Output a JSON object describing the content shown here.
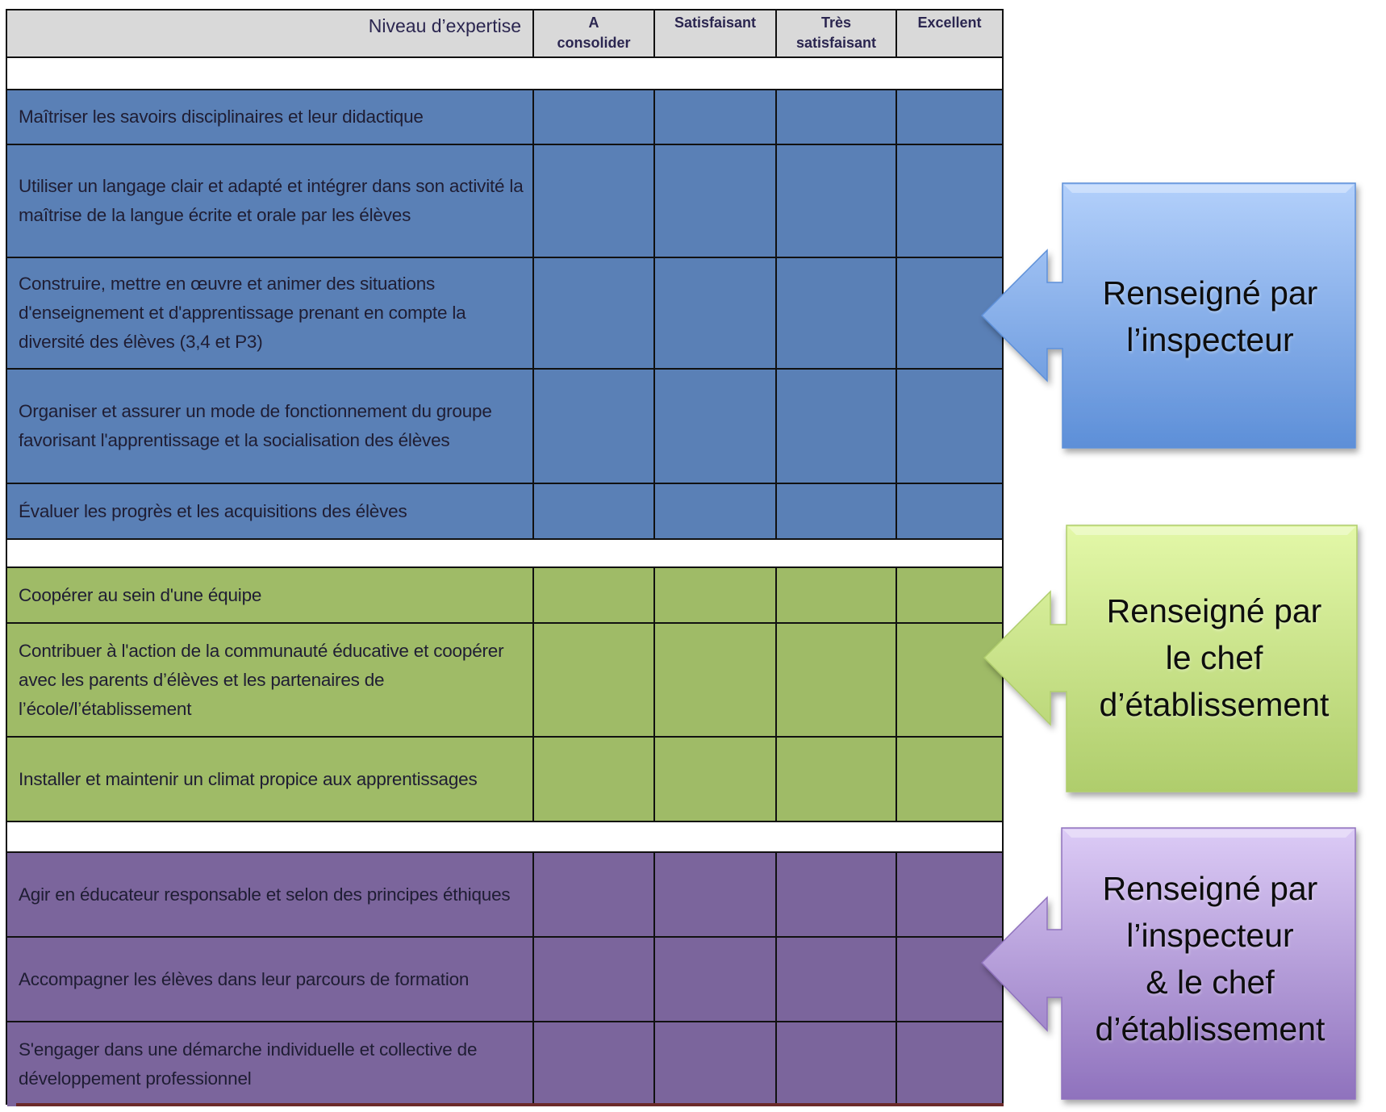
{
  "table": {
    "header": {
      "row_label": "Niveau d’expertise",
      "columns": [
        "A\nconsolider",
        "Satisfaisant",
        "Très\nsatisfaisant",
        "Excellent"
      ]
    },
    "groups": [
      {
        "name": "inspecteur",
        "color": "#5a80b6",
        "rows": [
          "Maîtriser les savoirs disciplinaires et leur didactique",
          "Utiliser un langage clair et adapté et intégrer dans son activité la maîtrise de la langue écrite et orale par les élèves",
          "Construire, mettre en œuvre et animer des situations d'enseignement et d'apprentissage prenant en compte la diversité des élèves (3,4 et P3)",
          "Organiser et assurer un mode de fonctionnement du groupe favorisant l'apprentissage et la socialisation des élèves",
          "Évaluer les progrès et les acquisitions des élèves"
        ]
      },
      {
        "name": "chef",
        "color": "#9fbb67",
        "rows": [
          "Coopérer au sein d'une équipe",
          "Contribuer à l'action de la communauté éducative et coopérer avec les parents d’élèves et les partenaires de l’école/l’établissement",
          "Installer et maintenir un climat propice aux apprentissages"
        ]
      },
      {
        "name": "inspecteur-et-chef",
        "color": "#7b659c",
        "rows": [
          "Agir en éducateur responsable et selon des principes éthiques",
          "Accompagner les élèves dans leur parcours de formation",
          "S'engager dans une démarche individuelle et collective de développement professionnel"
        ]
      }
    ]
  },
  "callouts": [
    {
      "lines": [
        "Renseigné par",
        "l’inspecteur"
      ],
      "color_top": "#b3d0fb",
      "color_bottom": "#5d8fd8"
    },
    {
      "lines": [
        "Renseigné par",
        "le chef",
        "d’établissement"
      ],
      "color_top": "#e3f8a8",
      "color_bottom": "#afcd6c"
    },
    {
      "lines": [
        "Renseigné par",
        "l’inspecteur",
        "& le chef",
        "d’établissement"
      ],
      "color_top": "#dccbf6",
      "color_bottom": "#8f72bd"
    }
  ]
}
